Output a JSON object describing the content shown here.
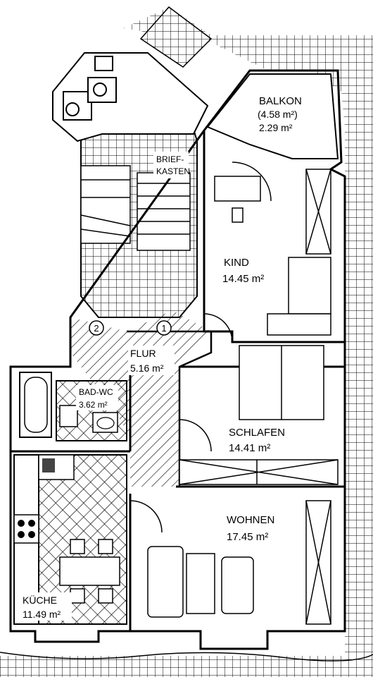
{
  "rooms": {
    "balkon": {
      "name": "BALKON",
      "area_total": "(4.58 m²)",
      "area": "2.29 m²"
    },
    "briefkasten": {
      "line1": "BRIEF-",
      "line2": "KASTEN"
    },
    "kind": {
      "name": "KIND",
      "area": "14.45 m²"
    },
    "flur": {
      "name": "FLUR",
      "area": "5.16 m²"
    },
    "bad": {
      "name": "BAD-WC",
      "area": "3.62 m²"
    },
    "schlafen": {
      "name": "SCHLAFEN",
      "area": "14.41 m²"
    },
    "wohnen": {
      "name": "WOHNEN",
      "area": "17.45 m²"
    },
    "kueche": {
      "name": "KÜCHE",
      "area": "11.49 m²"
    }
  },
  "markers": {
    "one": "1",
    "two": "2"
  },
  "colors": {
    "line": "#000000",
    "background": "#ffffff"
  }
}
